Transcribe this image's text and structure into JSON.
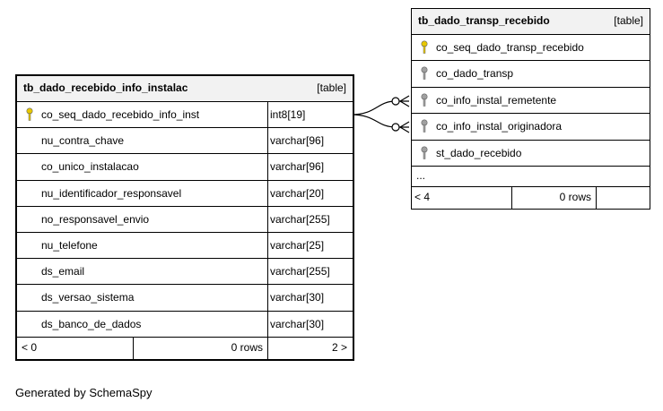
{
  "main_table": {
    "name": "tb_dado_recebido_info_instalac",
    "kind": "[table]",
    "columns": [
      {
        "name": "co_seq_dado_recebido_info_inst",
        "type": "int8[19]",
        "key": "primary"
      },
      {
        "name": "nu_contra_chave",
        "type": "varchar[96]",
        "key": ""
      },
      {
        "name": "co_unico_instalacao",
        "type": "varchar[96]",
        "key": ""
      },
      {
        "name": "nu_identificador_responsavel",
        "type": "varchar[20]",
        "key": ""
      },
      {
        "name": "no_responsavel_envio",
        "type": "varchar[255]",
        "key": ""
      },
      {
        "name": "nu_telefone",
        "type": "varchar[25]",
        "key": ""
      },
      {
        "name": "ds_email",
        "type": "varchar[255]",
        "key": ""
      },
      {
        "name": "ds_versao_sistema",
        "type": "varchar[30]",
        "key": ""
      },
      {
        "name": "ds_banco_de_dados",
        "type": "varchar[30]",
        "key": ""
      }
    ],
    "footer": {
      "parents": "< 0",
      "rows": "0 rows",
      "children": "2 >"
    }
  },
  "side_table": {
    "name": "tb_dado_transp_recebido",
    "kind": "[table]",
    "columns": [
      {
        "name": "co_seq_dado_transp_recebido",
        "key": "primary"
      },
      {
        "name": "co_dado_transp",
        "key": "foreign"
      },
      {
        "name": "co_info_instal_remetente",
        "key": "foreign"
      },
      {
        "name": "co_info_instal_originadora",
        "key": "foreign"
      },
      {
        "name": "st_dado_recebido",
        "key": "foreign"
      }
    ],
    "more": "...",
    "footer": {
      "parents": "< 4",
      "rows": "0 rows",
      "children": ""
    }
  },
  "credit": "Generated by SchemaSpy",
  "colors": {
    "primary_key": "#e8c800",
    "foreign_key": "#a0a0a0",
    "header_bg": "#f2f2f2"
  }
}
